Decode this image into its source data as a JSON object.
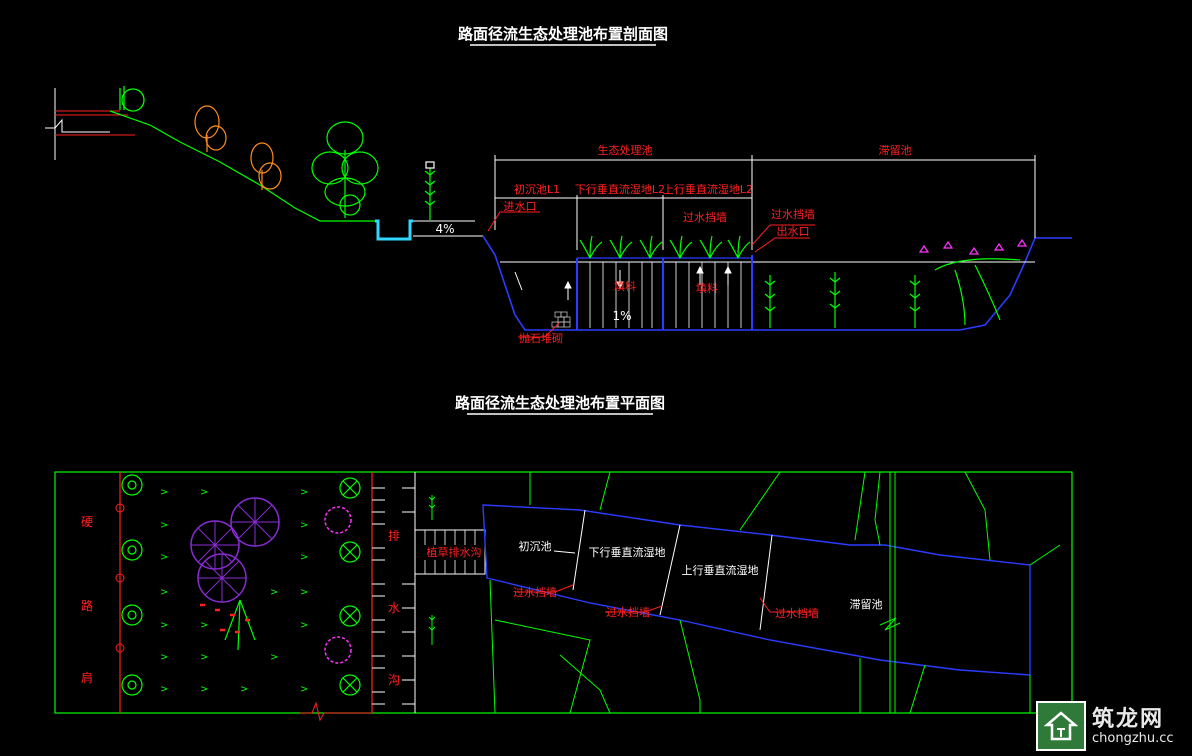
{
  "section_title": "路面径流生态处理池布置剖面图",
  "plan_title": "路面径流生态处理池布置平面图",
  "section": {
    "dim_eco": "生态处理池",
    "dim_reten": "滞留池",
    "dim_l1": "初沉池L1",
    "dim_l2a": "下行垂直流湿地L2",
    "dim_l2b": "上行垂直流湿地L2",
    "inlet": "进水口",
    "outlet": "出水口",
    "weir1": "过水挡墙",
    "weir2": "过水挡墙",
    "fill1": "填料",
    "fill2": "填料",
    "gabion": "抛石堆砌",
    "slope_road": "4%",
    "slope_bottom": "1%"
  },
  "plan": {
    "sh1": "硬",
    "sh2": "路",
    "sh3": "肩",
    "ditch1": "排",
    "ditch2": "水",
    "ditch3": "沟",
    "grass": "植草排水沟",
    "l1": "初沉池",
    "l2a": "下行垂直流湿地",
    "l2b": "上行垂直流湿地",
    "reten": "滞留池",
    "weir_a": "过水挡墙",
    "weir_b": "过水挡墙",
    "weir_c": "过水挡墙"
  },
  "watermark": {
    "name": "筑龙网",
    "url": "chongzhu.cc"
  },
  "colors": {
    "green": "#00ff00",
    "red": "#ff2020",
    "blue": "#2a3cff",
    "cyan": "#30d8ff",
    "white": "#ffffff",
    "orange": "#ff8c1a",
    "magenta": "#ff33ff",
    "purple": "#8a2bd6"
  }
}
